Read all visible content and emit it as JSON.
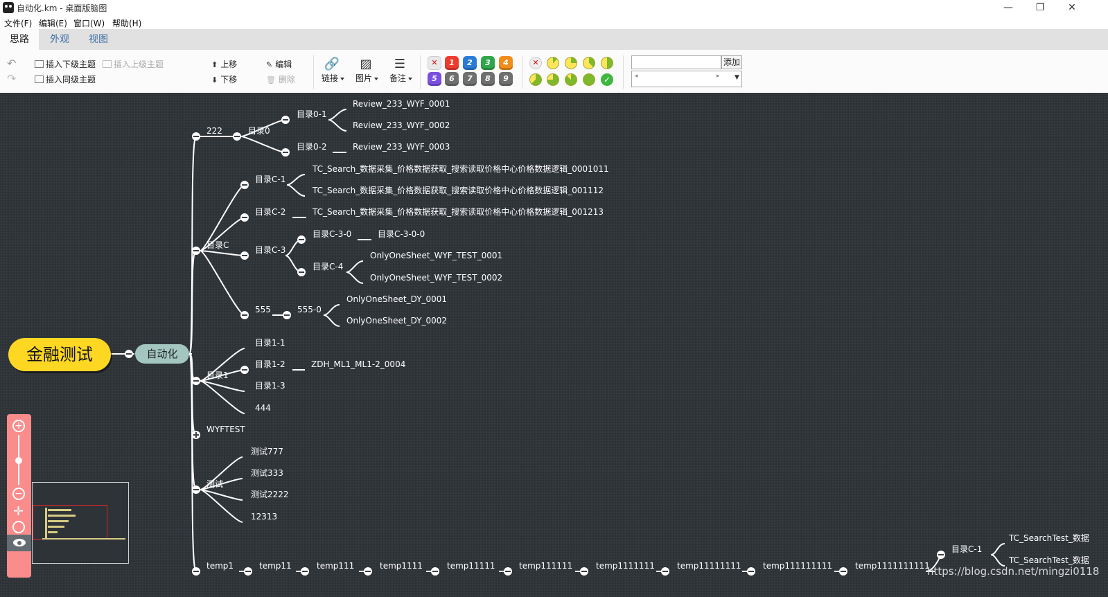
{
  "window": {
    "title": "自动化.km - 桌面版脑图",
    "minimize": "—",
    "restore": "❐",
    "close": "✕"
  },
  "menu": [
    "文件(F)",
    "编辑(E)",
    "窗口(W)",
    "帮助(H)"
  ],
  "tabs": [
    "思路",
    "外观",
    "视图"
  ],
  "toolbar": {
    "insert_child": "插入下级主题",
    "insert_parent": "插入上级主题",
    "insert_sibling": "插入同级主题",
    "move_up": "上移",
    "move_down": "下移",
    "edit": "编辑",
    "delete": "删除",
    "link": "链接",
    "image": "图片",
    "note": "备注",
    "priority": [
      "1",
      "2",
      "3",
      "4",
      "5",
      "6",
      "7",
      "8",
      "9"
    ],
    "priority_colors": [
      "#ee3b2d",
      "#2a7bd6",
      "#2fa64a",
      "#f28c1b",
      "#7b4fe0",
      "#6f6f6f",
      "#6f6f6f",
      "#6f6f6f",
      "#6f6f6f"
    ],
    "resource_add": "添加"
  },
  "mindmap": {
    "root": "金融测试",
    "main": "自动化",
    "nodes": {
      "n222": "222",
      "d0": "目录0",
      "d01": "目录0-1",
      "d02": "目录0-2",
      "r1": "Review_233_WYF_0001",
      "r2": "Review_233_WYF_0002",
      "r3": "Review_233_WYF_0003",
      "dC": "目录C",
      "dC1": "目录C-1",
      "dC2": "目录C-2",
      "dC3": "目录C-3",
      "tc1": "TC_Search_数据采集_价格数据获取_搜索读取价格中心价格数据逻辑_0001011",
      "tc2": "TC_Search_数据采集_价格数据获取_搜索读取价格中心价格数据逻辑_001112",
      "tc3": "TC_Search_数据采集_价格数据获取_搜索读取价格中心价格数据逻辑_001213",
      "dC30": "目录C-3-0",
      "dC300": "目录C-3-0-0",
      "dC4": "目录C-4",
      "os1": "OnlyOneSheet_WYF_TEST_0001",
      "os2": "OnlyOneSheet_WYF_TEST_0002",
      "n555": "555",
      "n5550": "555-0",
      "dy1": "OnlyOneSheet_DY_0001",
      "dy2": "OnlyOneSheet_DY_0002",
      "d1": "目录1",
      "d11": "目录1-1",
      "d12": "目录1-2",
      "d13": "目录1-3",
      "n444": "444",
      "zdh": "ZDH_ML1_ML1-2_0004",
      "wyf": "WYFTEST",
      "cs": "测试",
      "cs777": "测试777",
      "cs333": "测试333",
      "cs2222": "测试2222",
      "n12313": "12313",
      "t1": "temp1",
      "t11": "temp11",
      "t111": "temp111",
      "t1111": "temp1111",
      "t11111": "temp11111",
      "t111111": "temp111111",
      "t1111111": "temp1111111",
      "t11111111": "temp11111111",
      "t111111111": "temp111111111",
      "t1111111111": "temp1111111111",
      "rC1": "目录C-1",
      "ts1": "TC_SearchTest_数据",
      "ts2": "TC_SearchTest_数据"
    }
  },
  "watermark": "https://blog.csdn.net/mingzi0118"
}
